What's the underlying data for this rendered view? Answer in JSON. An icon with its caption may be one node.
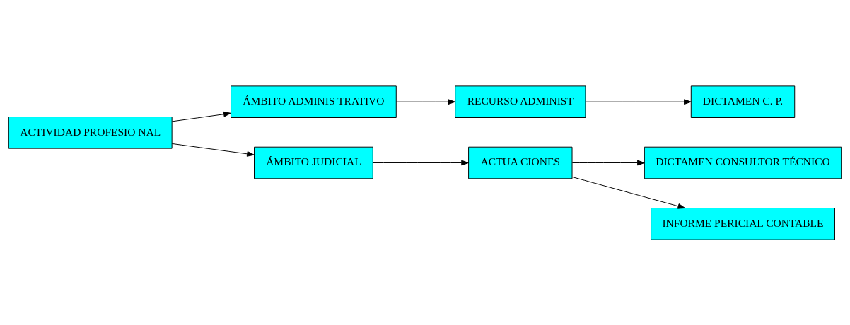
{
  "diagram": {
    "nodes": [
      {
        "text": [
          "ACTIVIDAD PROFESIO NAL"
        ]
      },
      {
        "text": [
          "ÁMBITO ADMINIS TRATIVO"
        ]
      },
      {
        "text": [
          "ÁMBITO JUDICIAL"
        ]
      },
      {
        "text": [
          "RECURSO ADMINIST"
        ]
      },
      {
        "text": [
          "DICTAMEN C. P."
        ]
      },
      {
        "text": [
          "ACTUA CIONES"
        ]
      },
      {
        "text": [
          "DICTAMEN CONSULTOR TÉCNICO"
        ]
      },
      {
        "text": [
          "INFORME PERICIAL CONTABLE"
        ]
      }
    ],
    "edges": [
      {
        "from": 0,
        "to": 1,
        "arrow": "to"
      },
      {
        "from": 0,
        "to": 2,
        "arrow": "to"
      },
      {
        "from": 1,
        "to": 3,
        "arrow": "to"
      },
      {
        "from": 3,
        "to": 4,
        "arrow": "to"
      },
      {
        "from": 2,
        "to": 5,
        "arrow": "to"
      },
      {
        "from": 5,
        "to": 6,
        "arrow": "to"
      },
      {
        "from": 5,
        "to": 7,
        "arrow": "to"
      }
    ]
  }
}
